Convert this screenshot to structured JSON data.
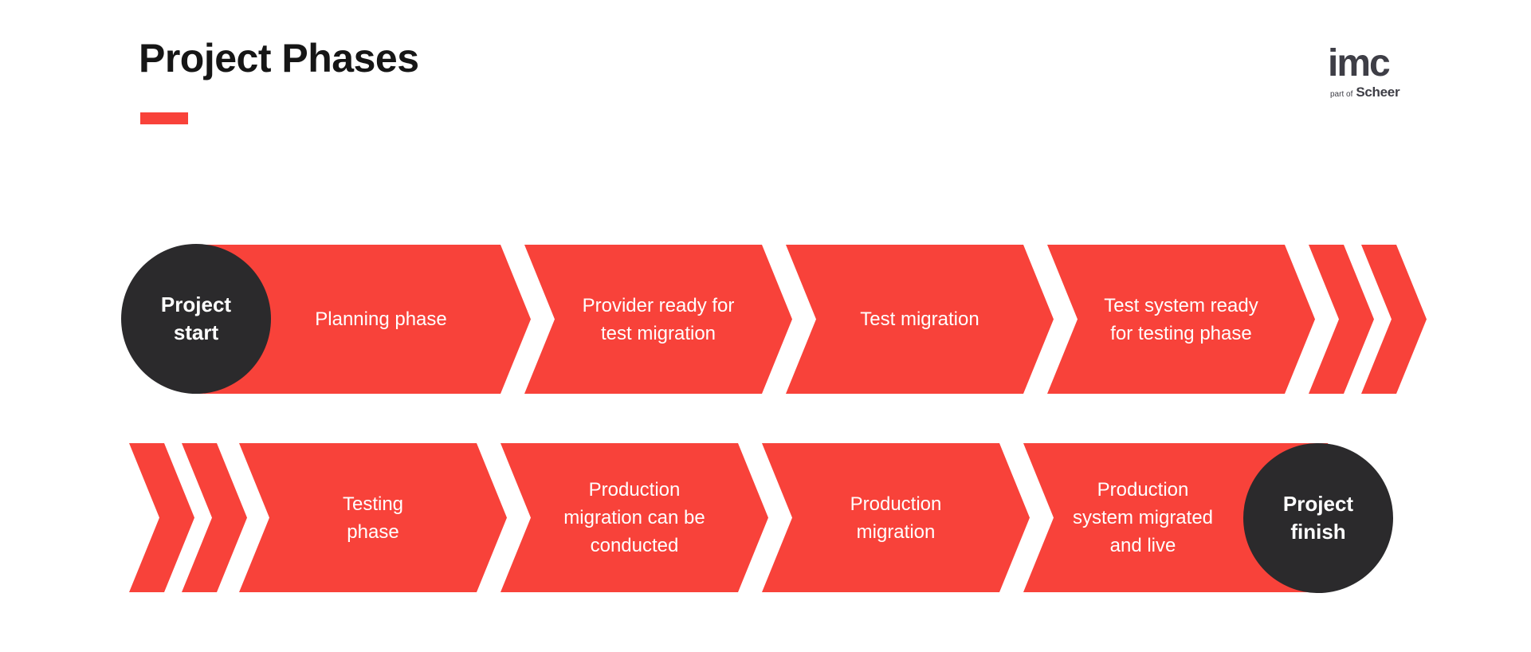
{
  "page": {
    "title": "Project Phases"
  },
  "logo": {
    "name": "imc",
    "tagline_prefix": "part of",
    "tagline_brand": "Scheer"
  },
  "colors": {
    "accent_red": "#F8423A",
    "dark": "#2B2A2C",
    "text_light": "#FFFFFF",
    "title_text": "#161616",
    "logo_text": "#3E3E46",
    "bg": "#FFFFFF"
  },
  "flow": {
    "start_label": "Project\nstart",
    "finish_label": "Project\nfinish",
    "rows": [
      {
        "phases": [
          "Planning phase",
          "Provider ready for\ntest migration",
          "Test migration",
          "Test system ready\nfor testing phase"
        ]
      },
      {
        "phases": [
          "Testing\nphase",
          "Production\nmigration can be\nconducted",
          "Production\nmigration",
          "Production\nsystem migrated\nand live"
        ]
      }
    ]
  }
}
